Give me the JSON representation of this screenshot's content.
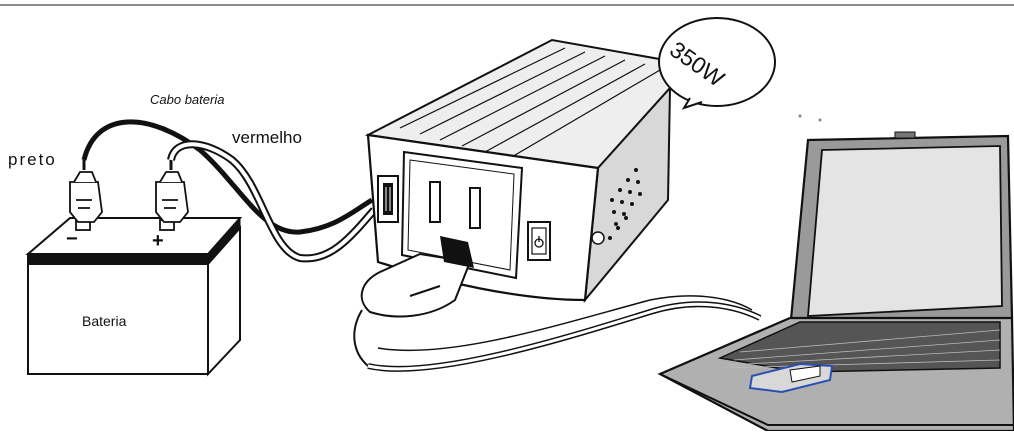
{
  "labels": {
    "cable": "Cabo bateria",
    "black": "preto",
    "red": "vermelho",
    "battery": "Bateria",
    "negative": "−",
    "positive": "+",
    "power": "350W"
  },
  "colors": {
    "stroke": "#111111",
    "inverter_body": "#e6e6e6",
    "inverter_face": "#ffffff",
    "laptop_body": "#9a9a9a",
    "laptop_screen": "#e4e4e4",
    "battery_top": "#111111"
  },
  "icons": {
    "usb_port": "usb-port-icon",
    "power_switch": "power-switch-icon",
    "outlet": "ac-outlet-icon"
  }
}
